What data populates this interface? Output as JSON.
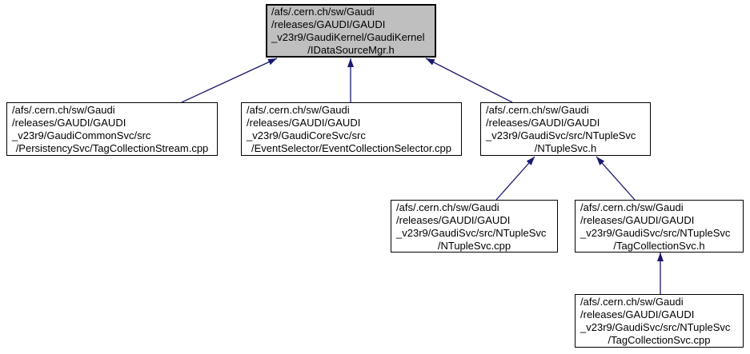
{
  "diagram": {
    "type": "include-dependency-graph",
    "colors": {
      "edge": "#191970",
      "node_border": "#000000",
      "node_fill": "#ffffff",
      "root_fill": "#bfbfbf",
      "background": "#ffffff",
      "text": "#000000"
    },
    "nodes": [
      {
        "id": "idatasourcemgr-h",
        "role": "root",
        "lines": [
          "/afs/.cern.ch/sw/Gaudi",
          "/releases/GAUDI/GAUDI",
          "_v23r9/GaudiKernel/GaudiKernel",
          "/IDataSourceMgr.h"
        ]
      },
      {
        "id": "tagcollectionstream-cpp",
        "role": "includer",
        "lines": [
          "/afs/.cern.ch/sw/Gaudi",
          "/releases/GAUDI/GAUDI",
          "_v23r9/GaudiCommonSvc/src",
          "/PersistencySvc/TagCollectionStream.cpp"
        ]
      },
      {
        "id": "eventcollectionselector-cpp",
        "role": "includer",
        "lines": [
          "/afs/.cern.ch/sw/Gaudi",
          "/releases/GAUDI/GAUDI",
          "_v23r9/GaudiCoreSvc/src",
          "/EventSelector/EventCollectionSelector.cpp"
        ]
      },
      {
        "id": "ntuplesvc-h",
        "role": "includer",
        "lines": [
          "/afs/.cern.ch/sw/Gaudi",
          "/releases/GAUDI/GAUDI",
          "_v23r9/GaudiSvc/src/NTupleSvc",
          "/NTupleSvc.h"
        ]
      },
      {
        "id": "ntuplesvc-cpp",
        "role": "includer",
        "lines": [
          "/afs/.cern.ch/sw/Gaudi",
          "/releases/GAUDI/GAUDI",
          "_v23r9/GaudiSvc/src/NTupleSvc",
          "/NTupleSvc.cpp"
        ]
      },
      {
        "id": "tagcollectionsvc-h",
        "role": "includer",
        "lines": [
          "/afs/.cern.ch/sw/Gaudi",
          "/releases/GAUDI/GAUDI",
          "_v23r9/GaudiSvc/src/NTupleSvc",
          "/TagCollectionSvc.h"
        ]
      },
      {
        "id": "tagcollectionsvc-cpp",
        "role": "includer",
        "lines": [
          "/afs/.cern.ch/sw/Gaudi",
          "/releases/GAUDI/GAUDI",
          "_v23r9/GaudiSvc/src/NTupleSvc",
          "/TagCollectionSvc.cpp"
        ]
      }
    ],
    "edges": [
      {
        "from": "tagcollectionstream-cpp",
        "to": "idatasourcemgr-h"
      },
      {
        "from": "eventcollectionselector-cpp",
        "to": "idatasourcemgr-h"
      },
      {
        "from": "ntuplesvc-h",
        "to": "idatasourcemgr-h"
      },
      {
        "from": "ntuplesvc-cpp",
        "to": "ntuplesvc-h"
      },
      {
        "from": "tagcollectionsvc-h",
        "to": "ntuplesvc-h"
      },
      {
        "from": "tagcollectionsvc-cpp",
        "to": "tagcollectionsvc-h"
      }
    ]
  }
}
